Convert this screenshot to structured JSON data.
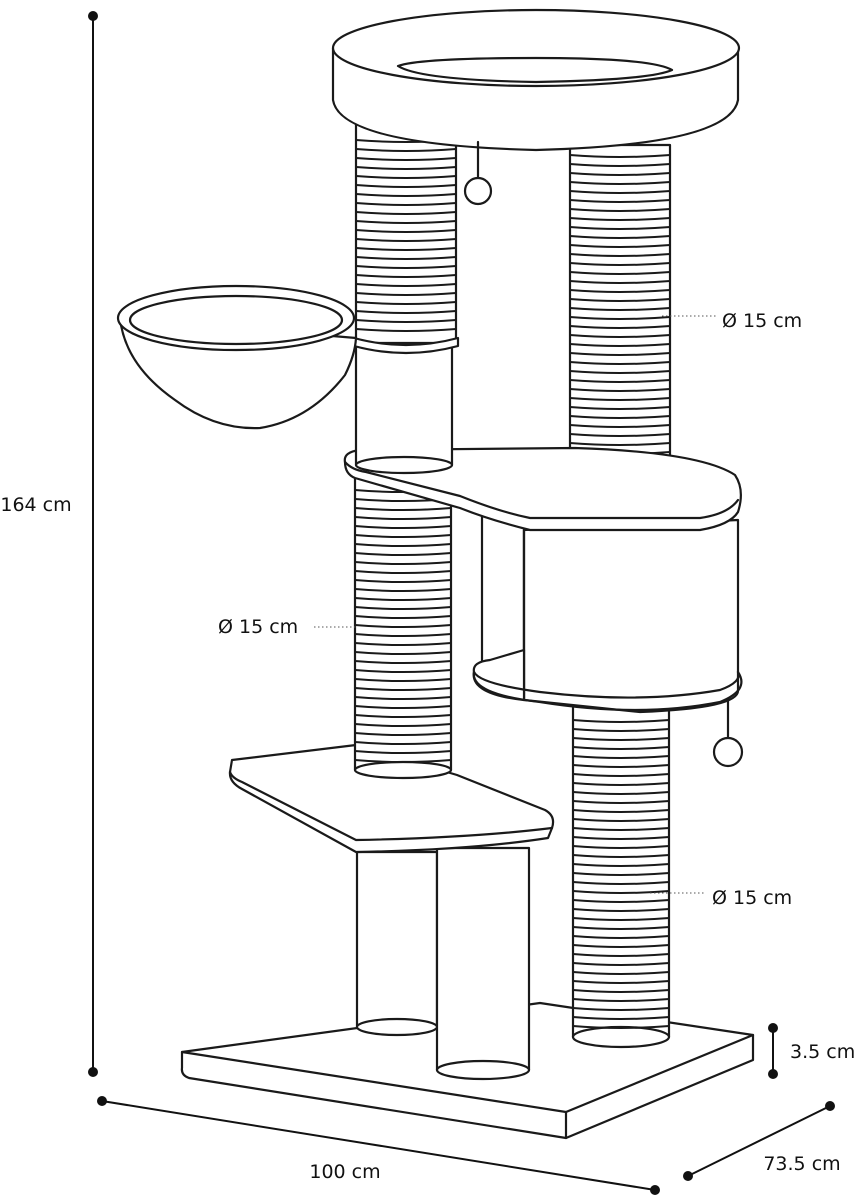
{
  "dimensions": {
    "height": "164 cm",
    "width": "100 cm",
    "depth": "73.5 cm",
    "base_thickness": "3.5 cm"
  },
  "post_diameters": {
    "upper_right": "Ø 15 cm",
    "middle_left": "Ø 15 cm",
    "lower_right": "Ø 15 cm"
  }
}
